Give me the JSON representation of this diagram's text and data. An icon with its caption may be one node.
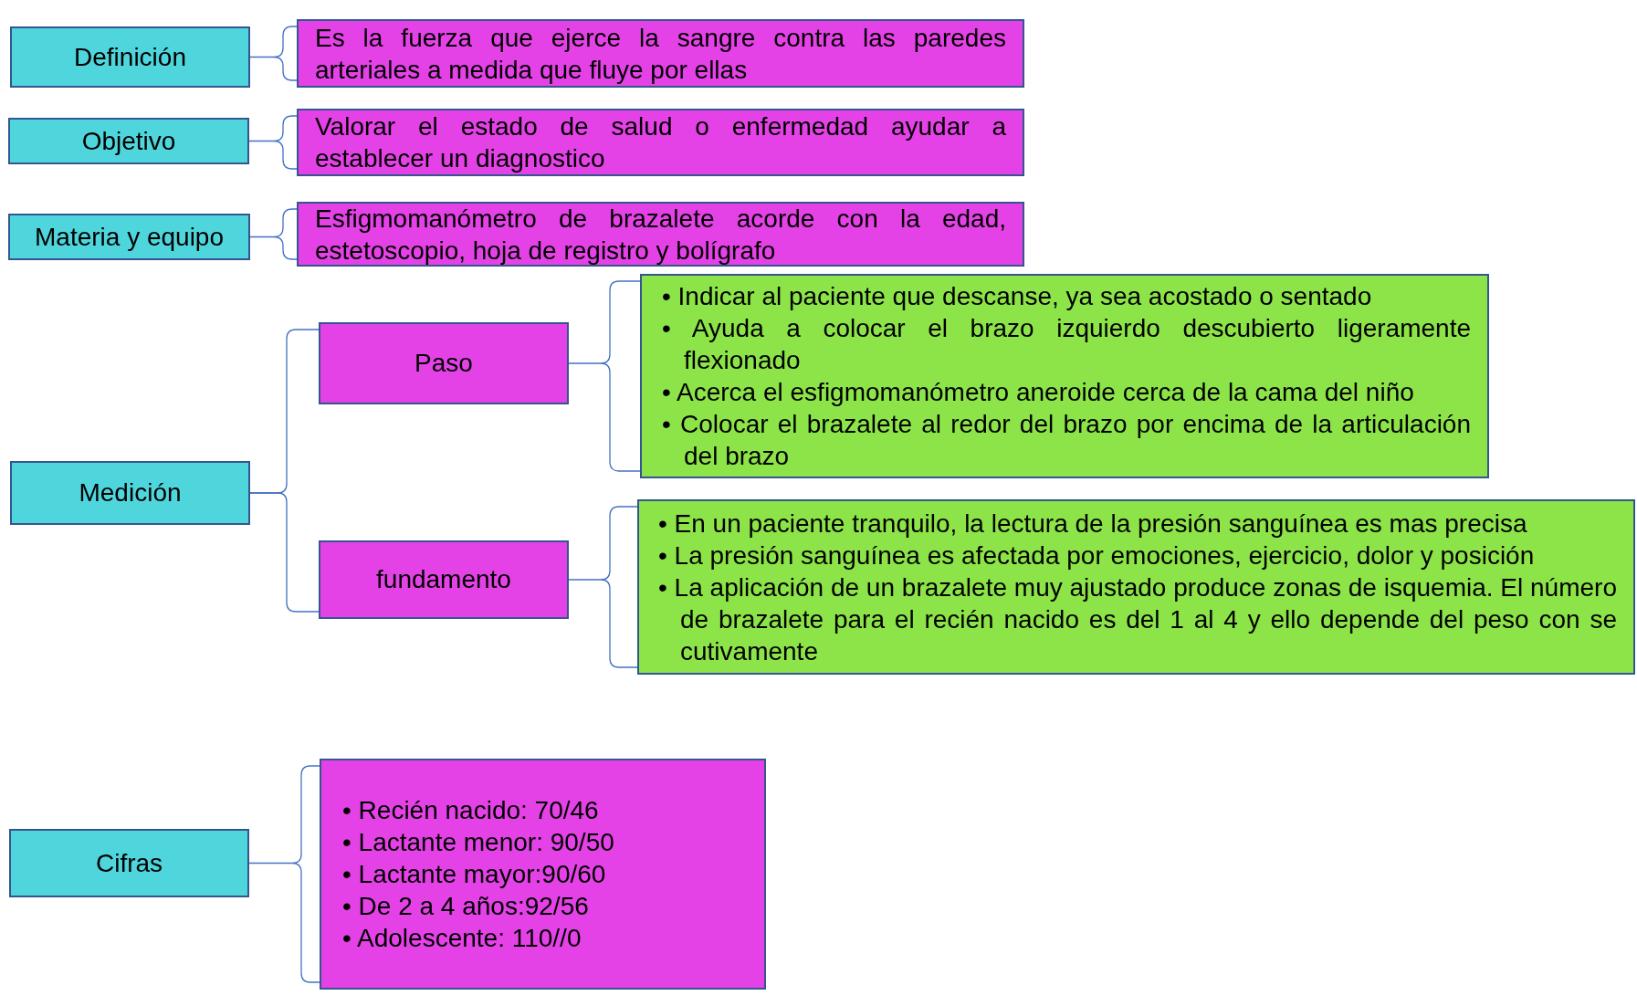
{
  "diagram": {
    "nodes": [
      {
        "text": [
          "Definición"
        ]
      },
      {
        "text": [
          "Es la fuerza que ejerce la sangre contra las paredes arteriales a medida que fluye por ellas"
        ]
      },
      {
        "text": [
          "Objetivo"
        ]
      },
      {
        "text": [
          "Valorar el estado de salud o enfermedad ayudar a establecer un diagnostico"
        ]
      },
      {
        "text": [
          "Materia y equipo"
        ]
      },
      {
        "text": [
          "Esfigmomanómetro de brazalete acorde con la edad, estetoscopio, hoja de registro y bolígrafo"
        ]
      },
      {
        "text": [
          "Medición"
        ]
      },
      {
        "text": [
          "Paso"
        ]
      },
      {
        "text": [
          "• Indicar al paciente que descanse, ya sea acostado o sentado",
          "• Ayuda a colocar el brazo izquierdo descubierto ligeramente flexionado",
          "• Acerca el esfigmomanómetro aneroide cerca de la cama del niño",
          "• Colocar el brazalete al redor del brazo por encima de la articulación del brazo"
        ]
      },
      {
        "text": [
          "fundamento"
        ]
      },
      {
        "text": [
          "• En un paciente tranquilo, la lectura de la presión sanguínea es mas precisa",
          "• La presión sanguínea es afectada por emociones, ejercicio, dolor y posición",
          "• La aplicación de un brazalete muy ajustado produce zonas de isquemia. El número de brazalete para el recién nacido es del 1 al 4 y ello depende del peso con se cutivamente"
        ]
      },
      {
        "text": [
          "Cifras"
        ]
      },
      {
        "text": [
          "• Recién nacido: 70/46",
          "• Lactante menor: 90/50",
          "• Lactante mayor:90/60",
          "• De 2 a 4 años:92/56",
          "• Adolescente: 110//0"
        ]
      }
    ],
    "edges": [
      {
        "from": 0,
        "to": 1,
        "arrow": "none"
      },
      {
        "from": 2,
        "to": 3,
        "arrow": "none"
      },
      {
        "from": 4,
        "to": 5,
        "arrow": "none"
      },
      {
        "from": 6,
        "to": 7,
        "arrow": "none"
      },
      {
        "from": 6,
        "to": 9,
        "arrow": "none"
      },
      {
        "from": 7,
        "to": 8,
        "arrow": "none"
      },
      {
        "from": 9,
        "to": 10,
        "arrow": "none"
      },
      {
        "from": 11,
        "to": 12,
        "arrow": "none"
      }
    ]
  }
}
